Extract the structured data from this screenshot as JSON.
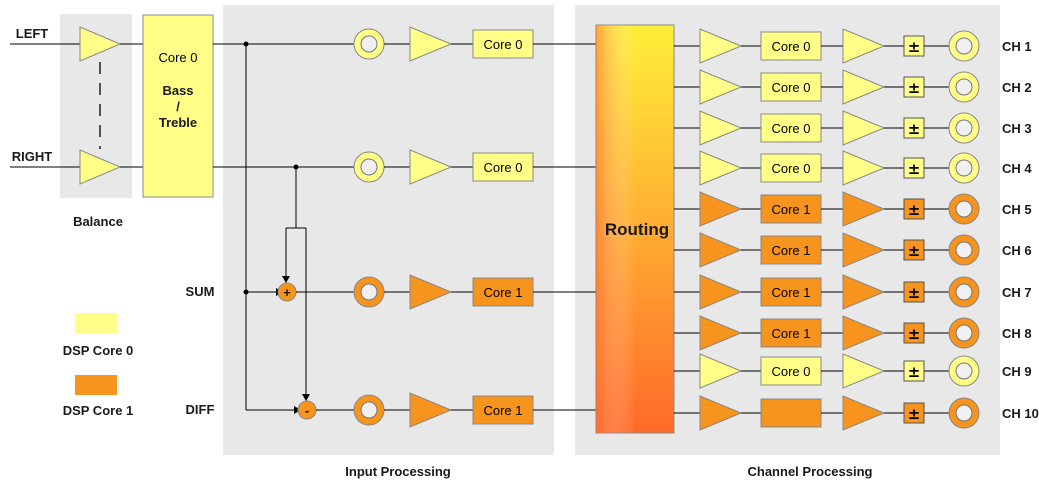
{
  "colors": {
    "core0": "#ffff88",
    "core1": "#f7941d",
    "panel": "#e8e8e8",
    "routing_top": "#ffef3a",
    "routing_bottom": "#ff6a2a"
  },
  "inputs": {
    "left": "LEFT",
    "right": "RIGHT",
    "sum": "SUM",
    "diff": "DIFF"
  },
  "balance": {
    "label": "Balance"
  },
  "bass_treble": {
    "core": "Core 0",
    "line1": "Bass",
    "line2": "/",
    "line3": "Treble"
  },
  "input_processing": {
    "label": "Input Processing",
    "rows": [
      {
        "core": "Core 0",
        "dsp": 0
      },
      {
        "core": "Core 0",
        "dsp": 0
      },
      {
        "core": "Core 1",
        "dsp": 1
      },
      {
        "core": "Core 1",
        "dsp": 1
      }
    ],
    "sum_symbol": "+",
    "diff_symbol": "-"
  },
  "routing": {
    "label": "Routing"
  },
  "channel_processing": {
    "label": "Channel Processing",
    "pm_symbol": "±",
    "channels": [
      {
        "name": "CH 1",
        "core": "Core 0",
        "dsp": 0
      },
      {
        "name": "CH 2",
        "core": "Core 0",
        "dsp": 0
      },
      {
        "name": "CH 3",
        "core": "Core 0",
        "dsp": 0
      },
      {
        "name": "CH 4",
        "core": "Core 0",
        "dsp": 0
      },
      {
        "name": "CH 5",
        "core": "Core 1",
        "dsp": 1
      },
      {
        "name": "CH 6",
        "core": "Core 1",
        "dsp": 1
      },
      {
        "name": "CH 7",
        "core": "Core 1",
        "dsp": 1
      },
      {
        "name": "CH 8",
        "core": "Core 1",
        "dsp": 1
      },
      {
        "name": "CH 9",
        "core": "Core 0",
        "dsp": 0
      },
      {
        "name": "CH 10",
        "core": "",
        "dsp": 1
      }
    ]
  },
  "legend": {
    "core0": "DSP Core 0",
    "core1": "DSP Core 1"
  }
}
